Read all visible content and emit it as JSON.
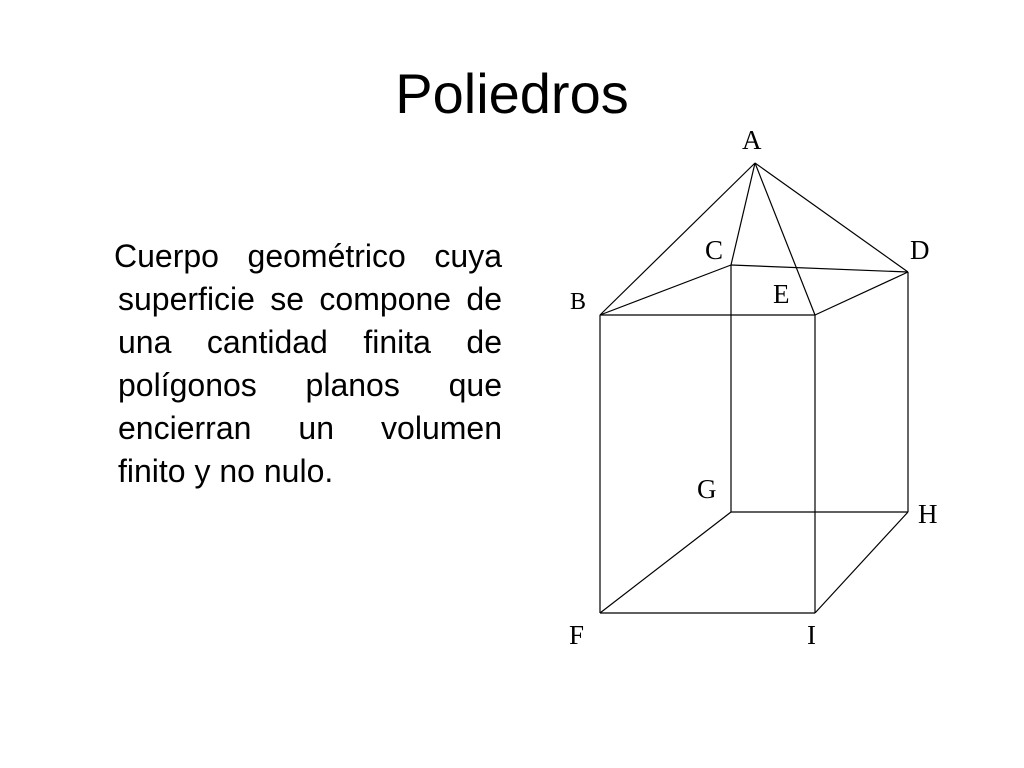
{
  "slide": {
    "title": "Poliedros",
    "definition": "Cuerpo geométrico cuya superficie se compone de una cantidad finita de polígonos planos que encierran un volumen finito y no nulo."
  },
  "figure": {
    "labels": {
      "A": "A",
      "B": "B",
      "C": "C",
      "D": "D",
      "E": "E",
      "F": "F",
      "G": "G",
      "H": "H",
      "I": "I"
    }
  }
}
